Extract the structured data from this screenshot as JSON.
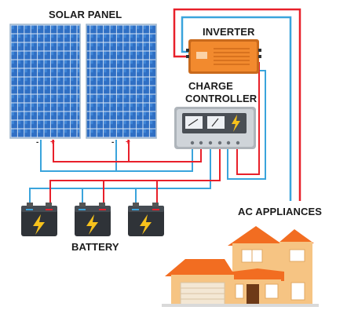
{
  "labels": {
    "solar_panel": "SOLAR PANEL",
    "inverter": "INVERTER",
    "charge_controller_line1": "CHARGE",
    "charge_controller_line2": "CONTROLLER",
    "ac_appliances": "AC APPLIANCES",
    "battery": "BATTERY"
  },
  "terminal_marks": {
    "negative": "-",
    "positive": "+"
  },
  "colors": {
    "wire_positive": "#e8202a",
    "wire_negative": "#3aa4dc",
    "panel_cell": "#2f6fc4",
    "inverter_body": "#f28a2e",
    "controller_body": "#cfd4d9",
    "battery_body": "#2f3338",
    "bolt": "#f7c21c",
    "house_wall": "#f6c483",
    "house_roof": "#f26d21"
  },
  "icons": [
    "solar-panel-icon",
    "inverter-icon",
    "charge-controller-icon",
    "battery-icon",
    "lightning-bolt-icon",
    "gauge-icon",
    "house-icon"
  ]
}
